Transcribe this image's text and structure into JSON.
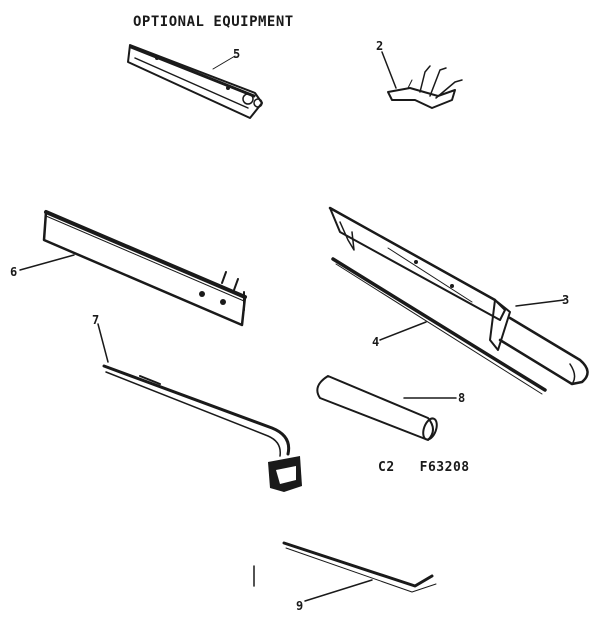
{
  "diagram": {
    "title": "OPTIONAL EQUIPMENT",
    "figure_code": "C2   F63208",
    "callouts": {
      "item_2": "2",
      "item_3": "3",
      "item_4": "4",
      "item_5": "5",
      "item_6": "6",
      "item_7": "7",
      "item_8": "8",
      "item_9": "9"
    }
  }
}
